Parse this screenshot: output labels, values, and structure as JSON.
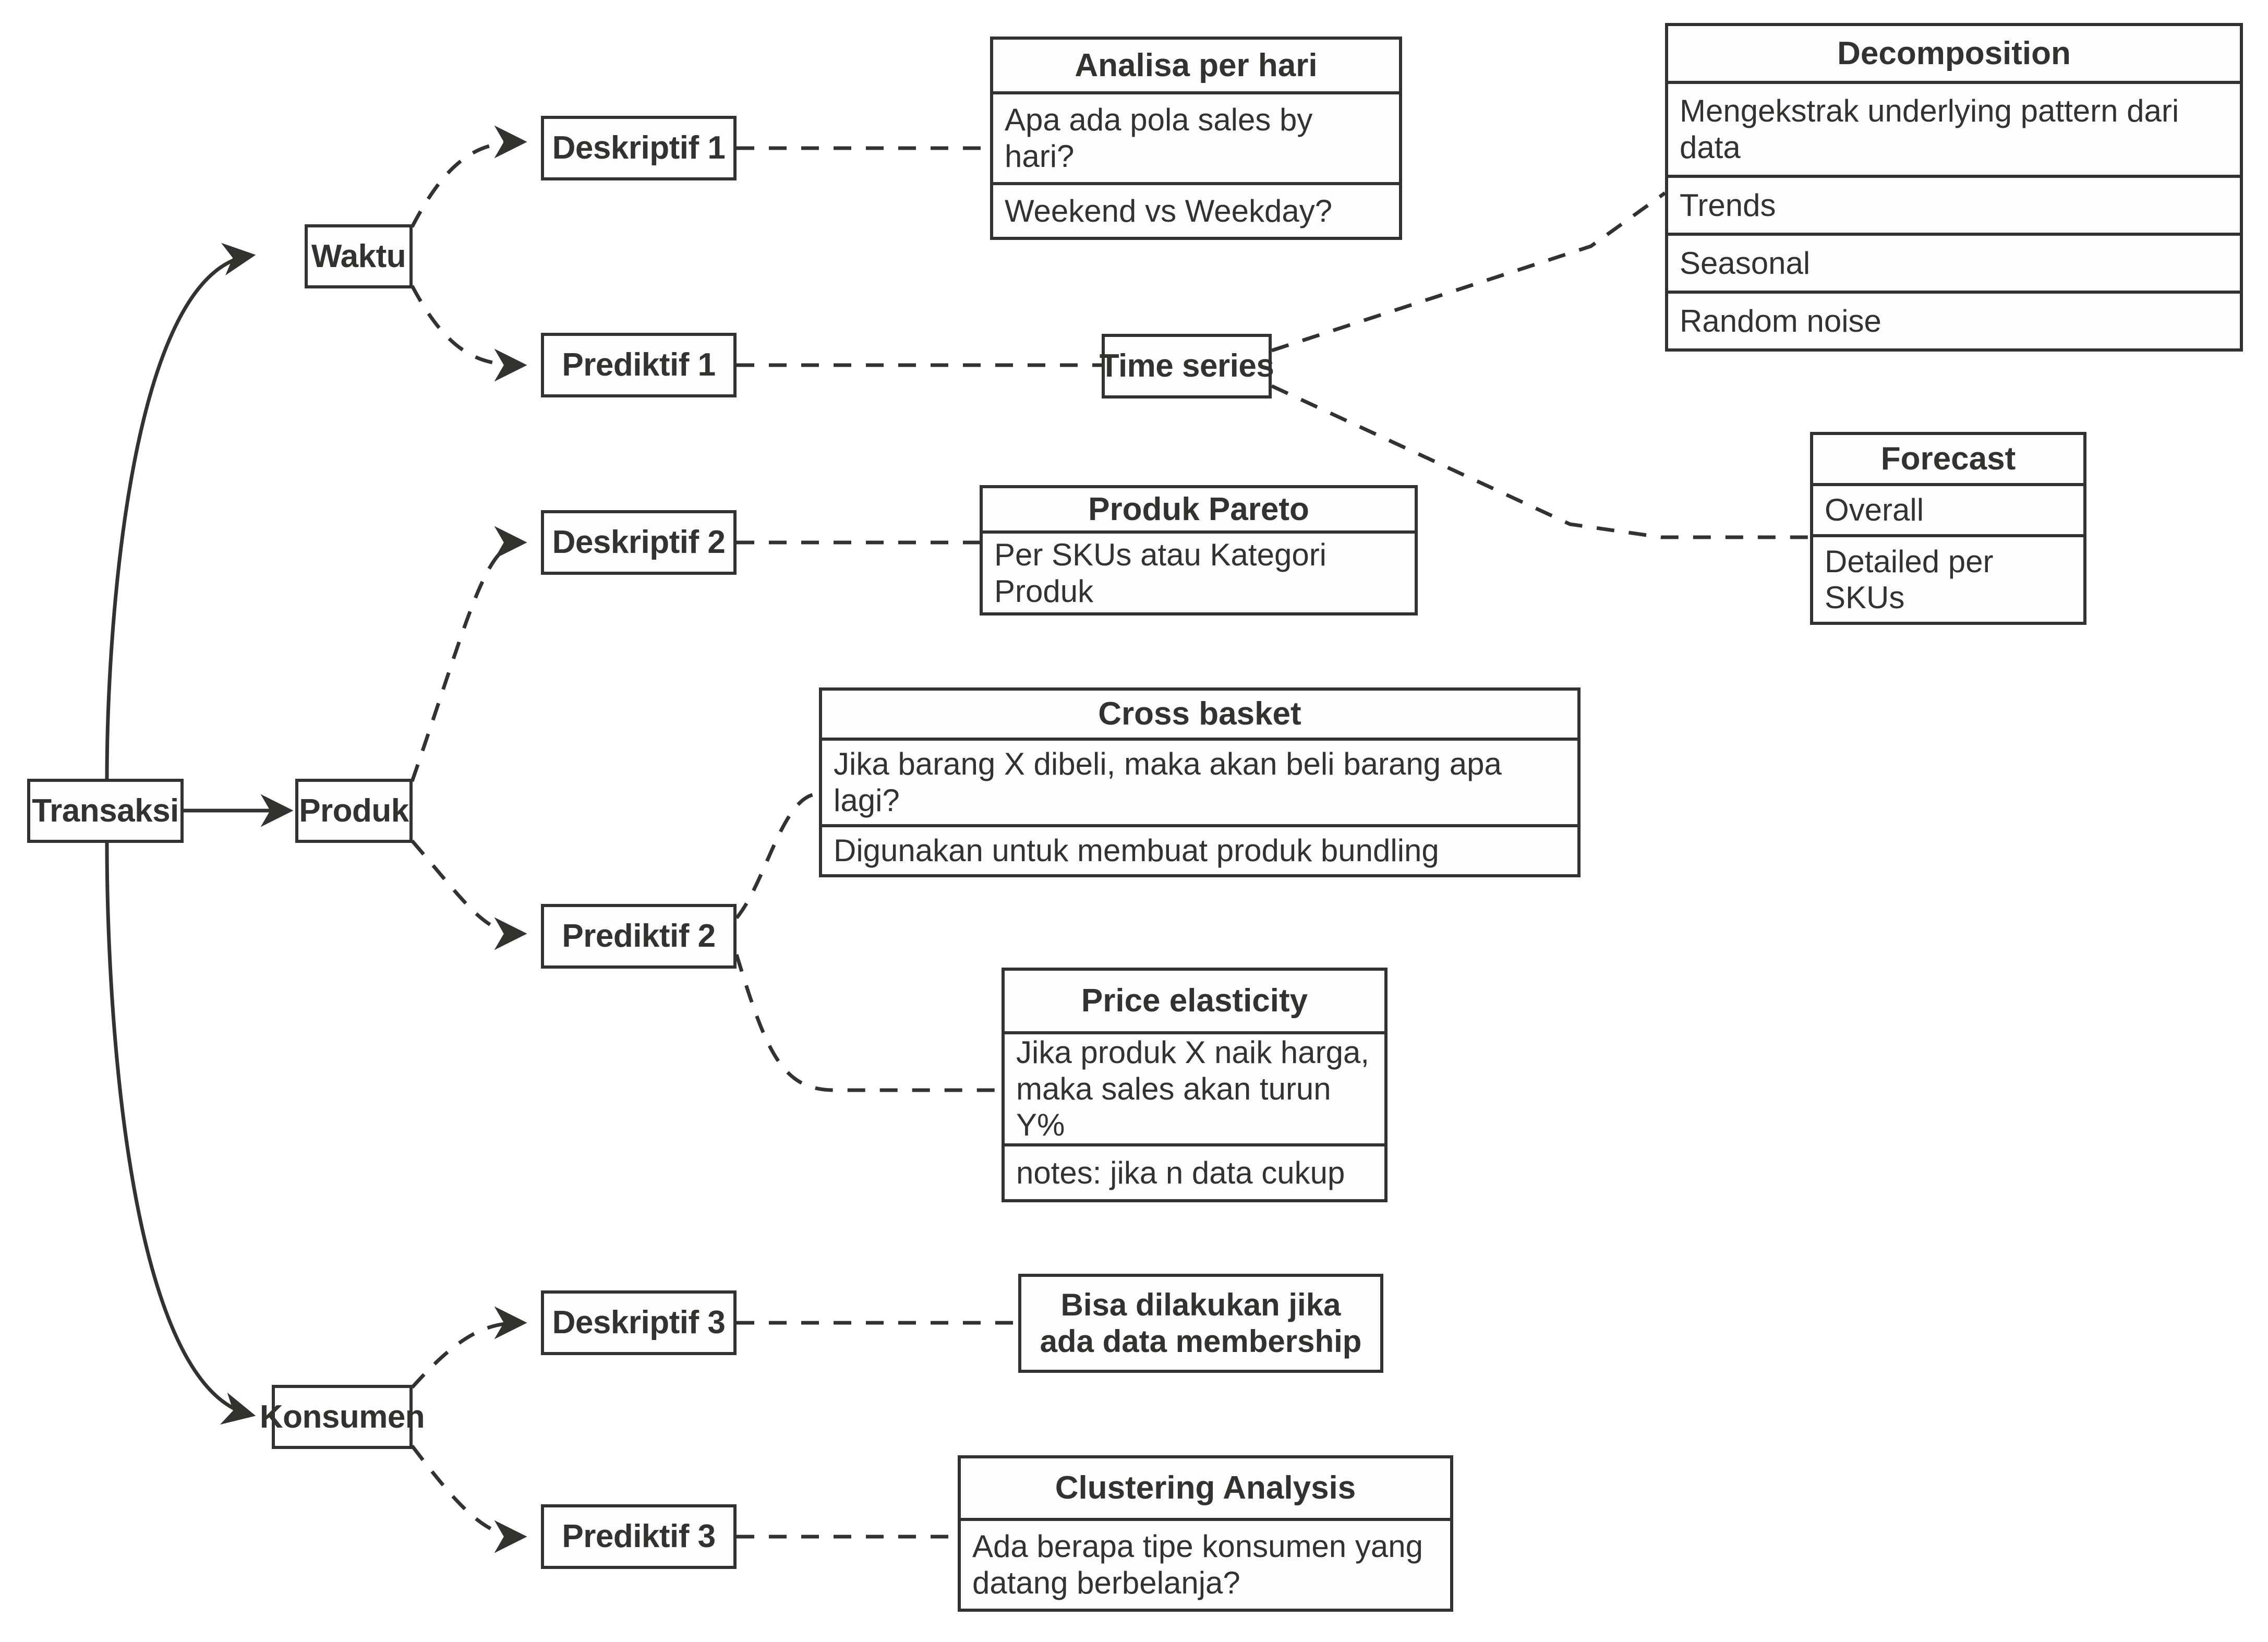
{
  "diagram": {
    "title": "Transaksi analysis breakdown",
    "colors": {
      "stroke": "#33322e",
      "background": "#ffffff",
      "fill": "#fdfdfd"
    },
    "root": {
      "label": "Transaksi"
    },
    "branches": [
      {
        "label": "Waktu"
      },
      {
        "label": "Produk"
      },
      {
        "label": "Konsumen"
      }
    ],
    "stages": [
      {
        "label": "Deskriptif 1"
      },
      {
        "label": "Prediktif 1"
      },
      {
        "label": "Deskriptif 2"
      },
      {
        "label": "Prediktif 2"
      },
      {
        "label": "Deskriptif 3"
      },
      {
        "label": "Prediktif 3"
      }
    ],
    "time_series": {
      "label": "Time series"
    },
    "cards": {
      "analisa_per_hari": {
        "title": "Analisa per hari",
        "items": [
          "Apa ada pola sales by hari?",
          "Weekend vs Weekday?"
        ]
      },
      "decomposition": {
        "title": "Decomposition",
        "items": [
          "Mengekstrak underlying pattern dari data",
          "Trends",
          "Seasonal",
          "Random noise"
        ]
      },
      "forecast": {
        "title": "Forecast",
        "items": [
          "Overall",
          "Detailed per SKUs"
        ]
      },
      "produk_pareto": {
        "title": "Produk Pareto",
        "items": [
          "Per SKUs atau Kategori Produk"
        ]
      },
      "cross_basket": {
        "title": "Cross basket",
        "items": [
          "Jika barang X dibeli, maka akan beli barang apa lagi?",
          "Digunakan untuk membuat produk bundling"
        ]
      },
      "price_elasticity": {
        "title": "Price elasticity",
        "items": [
          "Jika produk X naik harga,\nmaka sales akan turun Y%",
          "notes: jika n data cukup"
        ]
      },
      "membership_note": {
        "text": "Bisa dilakukan jika\nada data membership"
      },
      "clustering_analysis": {
        "title": "Clustering Analysis",
        "items": [
          "Ada berapa tipe konsumen yang\ndatang berbelanja?"
        ]
      }
    }
  }
}
